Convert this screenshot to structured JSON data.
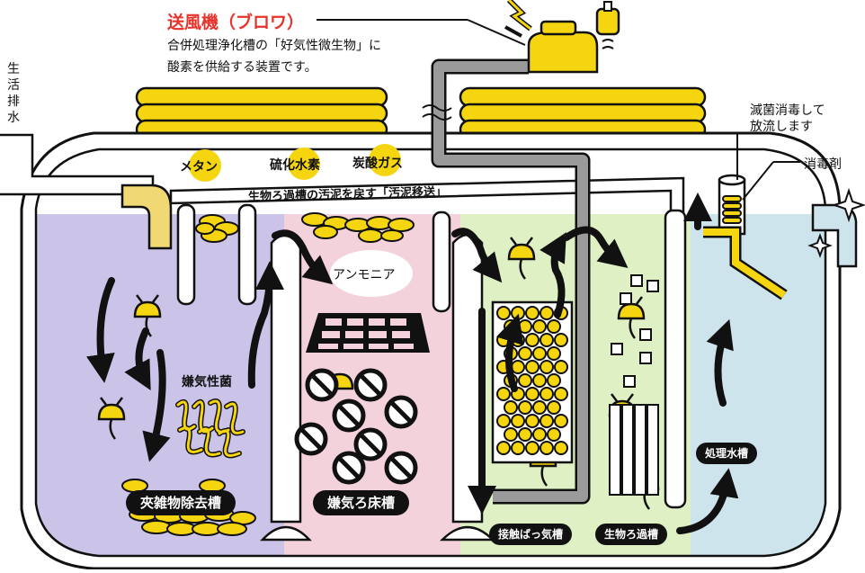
{
  "blower": {
    "title": "送風機（ブロワ）",
    "desc_line1": "合併処理浄化槽の「好気性微生物」に",
    "desc_line2": "酸素を供給する装置です。"
  },
  "inlet_label": [
    "生",
    "活",
    "排",
    "水"
  ],
  "gases": {
    "methane": "メタン",
    "h2s": "硫化水素",
    "co2": "炭酸ガス"
  },
  "transfer_label": "生物ろ過槽の汚泥を戻す「汚泥移送」",
  "ammonia": "アンモニア",
  "bacteria_label": "嫌気性菌",
  "disinfect_label_line1": "滅菌消毒して",
  "disinfect_label_line2": "放流します",
  "disinfectant": "消毒剤",
  "tanks": {
    "t1": "夾雑物除去槽",
    "t2": "嫌気ろ床槽",
    "t3": "接触ばっ気槽",
    "t4": "生物ろ過槽",
    "t5": "処理水槽"
  },
  "colors": {
    "yellow": "#f5d50f",
    "purple": "#cbc3e8",
    "pink": "#f4d2dc",
    "green": "#dff1c4",
    "blue": "#cde4ec",
    "title_red": "#e8332b",
    "pipe_gray": "#9a9a9a",
    "ink": "#111111"
  }
}
